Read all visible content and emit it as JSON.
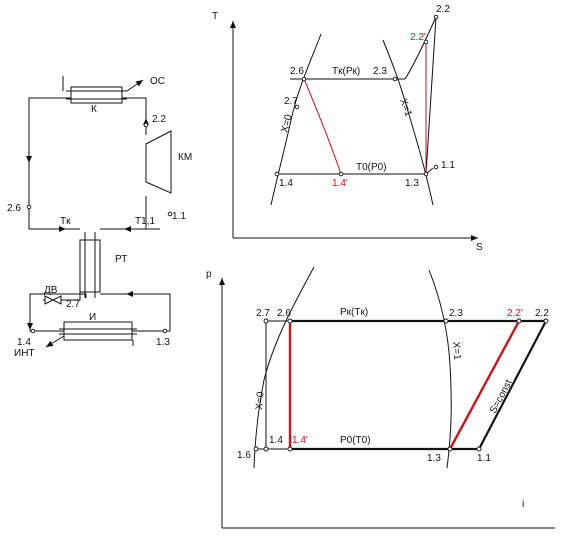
{
  "schematic": {
    "condenser_label": "К",
    "condenser_out_label": "ОС",
    "compressor_label": "КМ",
    "regen_label": "РТ",
    "evaporator_label": "И",
    "evaporator_out_label": "ИНТ",
    "valve_label": "ДВ",
    "point_2_2": "2.2",
    "point_2_6": "2.6",
    "point_1_1": "1.1",
    "point_2_7": "2.7",
    "point_1_4": "1.4",
    "point_1_3": "1.3",
    "temp_k": "Tк",
    "temp_11": "T1,1"
  },
  "ts_diagram": {
    "axis_t": "T",
    "axis_s": "S",
    "p_2_2": "2.2",
    "p_2_2p": "2.2'",
    "p_2_6": "2.6",
    "p_2_3": "2.3",
    "p_2_7": "2.7",
    "p_1_4": "1.4",
    "p_1_4p": "1.4'",
    "p_1_3": "1.3",
    "p_1_1": "1.1",
    "isobar_k": "Tк(Pк)",
    "isobar_0": "T0(P0)",
    "x0": "X=0",
    "x1": "X=1"
  },
  "pi_diagram": {
    "axis_p": "p",
    "axis_i": "i",
    "p_2_7": "2.7",
    "p_2_6": "2.6",
    "p_2_3": "2.3",
    "p_2_2p": "2.2'",
    "p_2_2": "2.2",
    "p_1_6": "1.6",
    "p_1_4": "1.4",
    "p_1_4p": "1.4'",
    "p_1_3": "1.3",
    "p_1_1": "1.1",
    "isobar_k": "Pк(Tк)",
    "isobar_0": "P0(T0)",
    "x0": "X=0",
    "x1": "X=1",
    "s_const": "S=const"
  }
}
